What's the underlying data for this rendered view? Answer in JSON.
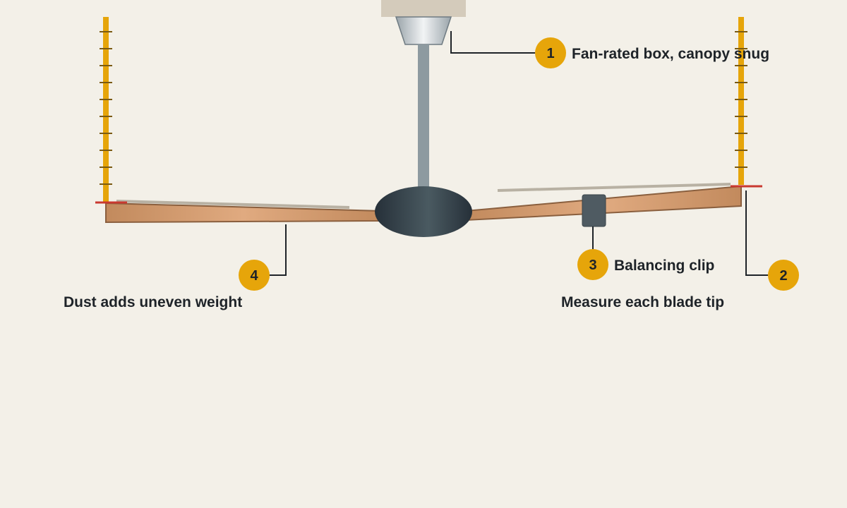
{
  "callouts": [
    {
      "number": "1",
      "label": "Fan-rated box, canopy snug"
    },
    {
      "number": "2",
      "label": "Measure each blade tip"
    },
    {
      "number": "3",
      "label": "Balancing clip"
    },
    {
      "number": "4",
      "label": "Dust adds uneven weight"
    }
  ],
  "colors": {
    "background": "#f3f0e8",
    "marker": "#e6a50a",
    "ruler": "#e6a50a",
    "tip_line": "#c9392f",
    "blade": "#c98f62",
    "motor": "#2f3b43",
    "downrod": "#8d9aa0",
    "text": "#1e2328"
  },
  "icons": [
    "ceiling-fan",
    "measuring-ruler",
    "balancing-clip"
  ]
}
